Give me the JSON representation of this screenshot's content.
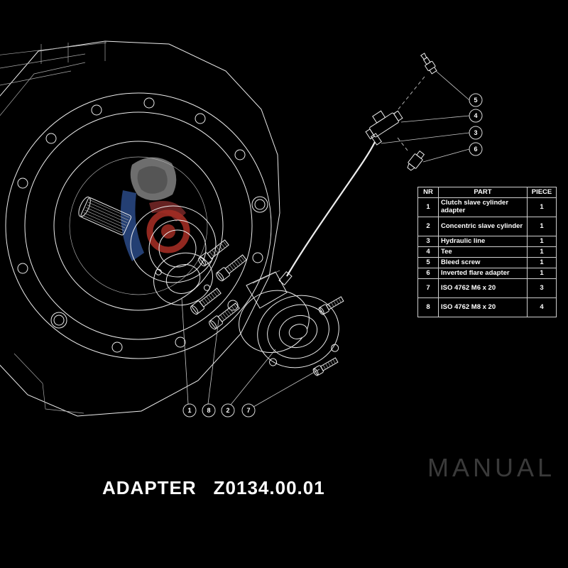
{
  "title": {
    "adapter": "ADAPTER",
    "code": "Z0134.00.01"
  },
  "manual_label": "MANUAL",
  "parts_table": {
    "headers": [
      "NR",
      "PART",
      "PIECE"
    ],
    "rows": [
      {
        "nr": "1",
        "part": "Clutch slave cylinder adapter",
        "piece": "1"
      },
      {
        "nr": "2",
        "part": "Concentric slave cylinder",
        "piece": "1"
      },
      {
        "nr": "3",
        "part": "Hydraulic line",
        "piece": "1"
      },
      {
        "nr": "4",
        "part": "Tee",
        "piece": "1"
      },
      {
        "nr": "5",
        "part": "Bleed screw",
        "piece": "1"
      },
      {
        "nr": "6",
        "part": "Inverted flare adapter",
        "piece": "1"
      },
      {
        "nr": "7",
        "part": "ISO 4762 M6 x 20",
        "piece": "3"
      },
      {
        "nr": "8",
        "part": "ISO 4762 M8 x 20",
        "piece": "4"
      }
    ]
  },
  "callouts": {
    "right": [
      "5",
      "4",
      "3",
      "6"
    ],
    "bottom": [
      "1",
      "8",
      "2",
      "7"
    ]
  },
  "colors": {
    "background": "#000000",
    "line": "#ededed",
    "logo_red": "#b23228",
    "logo_blue": "#2e4e8e",
    "logo_gray": "#8f8f8f",
    "manual_text": "#3a3a3a"
  }
}
